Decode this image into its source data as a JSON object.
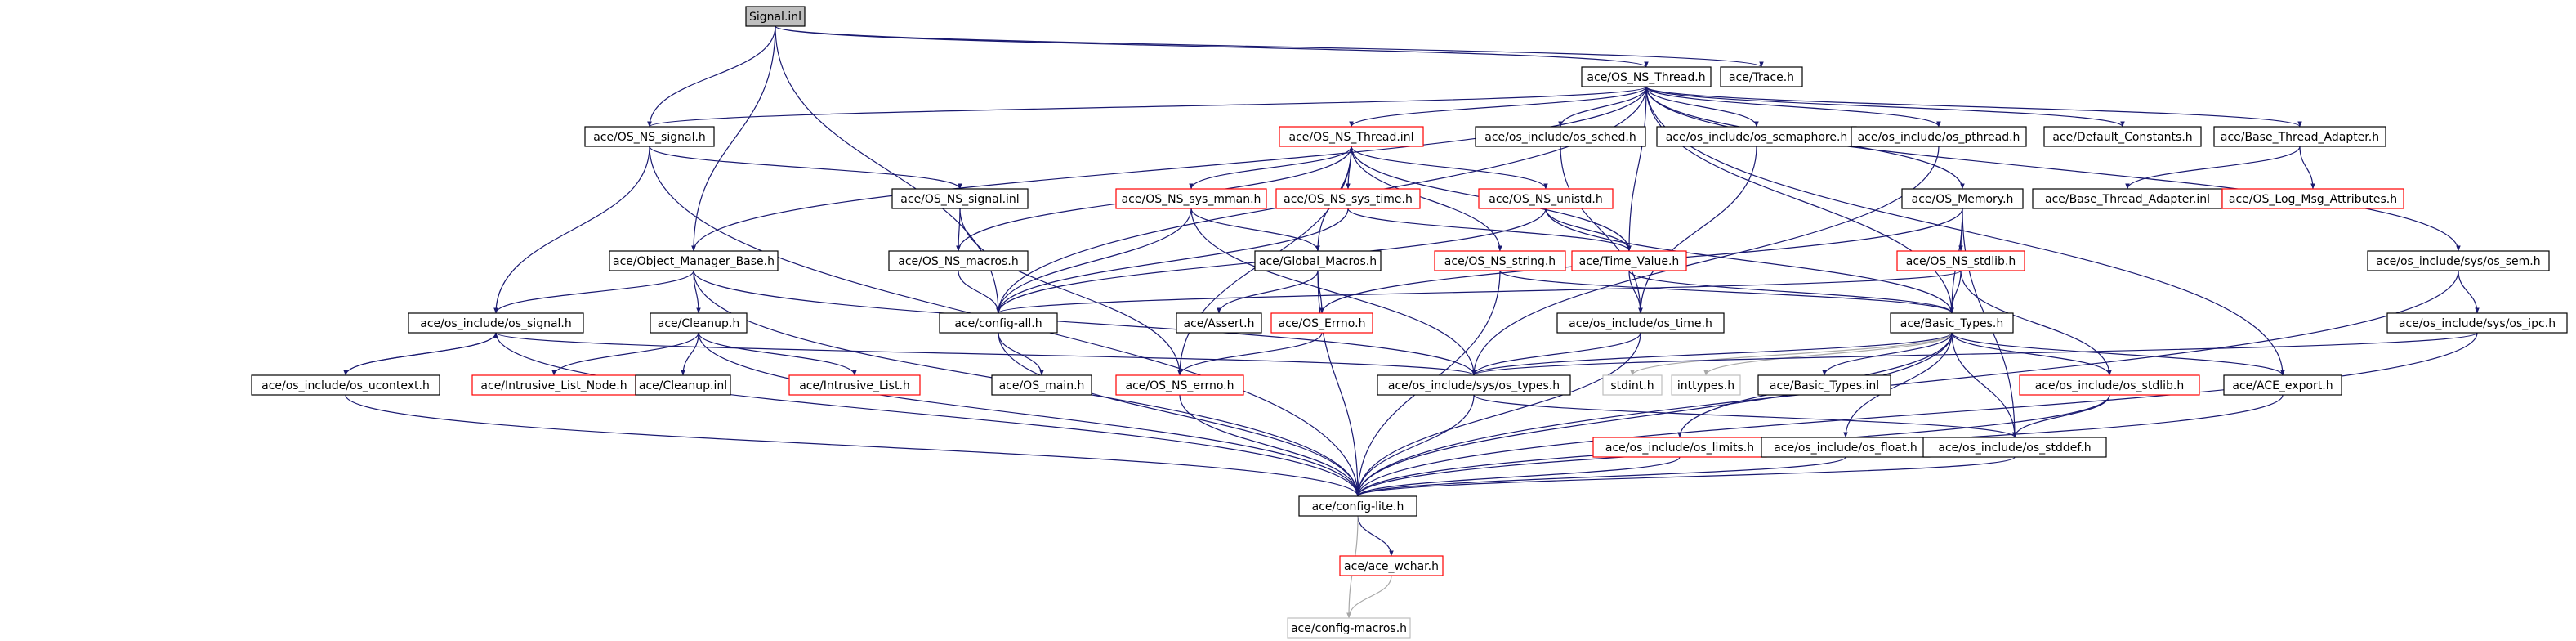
{
  "colors": {
    "edge": "#191970",
    "edge_external": "#a8a8a8",
    "border_documented": "#000000",
    "border_undocumented": "#ff0000",
    "border_external": "#bfbfbf",
    "root_fill": "#bfbfbf",
    "node_fill": "#ffffff"
  },
  "graph": {
    "nodes": [
      {
        "id": "signal_inl",
        "label": "Signal.inl",
        "kind": "root"
      },
      {
        "id": "os_ns_thread_h",
        "label": "ace/OS_NS_Thread.h",
        "kind": "documented"
      },
      {
        "id": "trace_h",
        "label": "ace/Trace.h",
        "kind": "documented"
      },
      {
        "id": "os_ns_signal_h",
        "label": "ace/OS_NS_signal.h",
        "kind": "documented"
      },
      {
        "id": "os_ns_thread_inl",
        "label": "ace/OS_NS_Thread.inl",
        "kind": "undocumented"
      },
      {
        "id": "os_sched_h",
        "label": "ace/os_include/os_sched.h",
        "kind": "documented"
      },
      {
        "id": "os_semaphore_h",
        "label": "ace/os_include/os_semaphore.h",
        "kind": "documented"
      },
      {
        "id": "os_pthread_h",
        "label": "ace/os_include/os_pthread.h",
        "kind": "documented"
      },
      {
        "id": "default_constants_h",
        "label": "ace/Default_Constants.h",
        "kind": "documented"
      },
      {
        "id": "base_thread_adapter_h",
        "label": "ace/Base_Thread_Adapter.h",
        "kind": "documented"
      },
      {
        "id": "os_ns_signal_inl",
        "label": "ace/OS_NS_signal.inl",
        "kind": "documented"
      },
      {
        "id": "os_ns_sys_mman_h",
        "label": "ace/OS_NS_sys_mman.h",
        "kind": "undocumented"
      },
      {
        "id": "os_ns_sys_time_h",
        "label": "ace/OS_NS_sys_time.h",
        "kind": "undocumented"
      },
      {
        "id": "os_ns_unistd_h",
        "label": "ace/OS_NS_unistd.h",
        "kind": "undocumented"
      },
      {
        "id": "os_memory_h",
        "label": "ace/OS_Memory.h",
        "kind": "documented"
      },
      {
        "id": "base_thread_adapter_inl",
        "label": "ace/Base_Thread_Adapter.inl",
        "kind": "documented"
      },
      {
        "id": "os_log_msg_attributes_h",
        "label": "ace/OS_Log_Msg_Attributes.h",
        "kind": "undocumented"
      },
      {
        "id": "object_manager_base_h",
        "label": "ace/Object_Manager_Base.h",
        "kind": "documented"
      },
      {
        "id": "os_ns_macros_h",
        "label": "ace/OS_NS_macros.h",
        "kind": "documented"
      },
      {
        "id": "global_macros_h",
        "label": "ace/Global_Macros.h",
        "kind": "documented"
      },
      {
        "id": "os_ns_string_h",
        "label": "ace/OS_NS_string.h",
        "kind": "undocumented"
      },
      {
        "id": "time_value_h",
        "label": "ace/Time_Value.h",
        "kind": "undocumented"
      },
      {
        "id": "os_ns_stdlib_h",
        "label": "ace/OS_NS_stdlib.h",
        "kind": "undocumented"
      },
      {
        "id": "os_sem_h",
        "label": "ace/os_include/sys/os_sem.h",
        "kind": "documented"
      },
      {
        "id": "os_signal_h",
        "label": "ace/os_include/os_signal.h",
        "kind": "documented"
      },
      {
        "id": "cleanup_h",
        "label": "ace/Cleanup.h",
        "kind": "documented"
      },
      {
        "id": "config_all_h",
        "label": "ace/config-all.h",
        "kind": "documented"
      },
      {
        "id": "assert_h",
        "label": "ace/Assert.h",
        "kind": "documented"
      },
      {
        "id": "os_errno_h",
        "label": "ace/OS_Errno.h",
        "kind": "undocumented"
      },
      {
        "id": "os_time_h",
        "label": "ace/os_include/os_time.h",
        "kind": "documented"
      },
      {
        "id": "basic_types_h",
        "label": "ace/Basic_Types.h",
        "kind": "documented"
      },
      {
        "id": "os_ipc_h",
        "label": "ace/os_include/sys/os_ipc.h",
        "kind": "documented"
      },
      {
        "id": "os_ucontext_h",
        "label": "ace/os_include/os_ucontext.h",
        "kind": "documented"
      },
      {
        "id": "intrusive_list_node_h",
        "label": "ace/Intrusive_List_Node.h",
        "kind": "undocumented"
      },
      {
        "id": "cleanup_inl",
        "label": "ace/Cleanup.inl",
        "kind": "documented"
      },
      {
        "id": "intrusive_list_h",
        "label": "ace/Intrusive_List.h",
        "kind": "undocumented"
      },
      {
        "id": "os_main_h",
        "label": "ace/OS_main.h",
        "kind": "documented"
      },
      {
        "id": "os_ns_errno_h",
        "label": "ace/OS_NS_errno.h",
        "kind": "undocumented"
      },
      {
        "id": "os_types_h",
        "label": "ace/os_include/sys/os_types.h",
        "kind": "documented"
      },
      {
        "id": "stdint_h",
        "label": "stdint.h",
        "kind": "external"
      },
      {
        "id": "inttypes_h",
        "label": "inttypes.h",
        "kind": "external"
      },
      {
        "id": "basic_types_inl",
        "label": "ace/Basic_Types.inl",
        "kind": "documented"
      },
      {
        "id": "os_stdlib_h",
        "label": "ace/os_include/os_stdlib.h",
        "kind": "undocumented"
      },
      {
        "id": "ace_export_h",
        "label": "ace/ACE_export.h",
        "kind": "documented"
      },
      {
        "id": "os_limits_h",
        "label": "ace/os_include/os_limits.h",
        "kind": "undocumented"
      },
      {
        "id": "os_float_h",
        "label": "ace/os_include/os_float.h",
        "kind": "documented"
      },
      {
        "id": "os_stddef_h",
        "label": "ace/os_include/os_stddef.h",
        "kind": "documented"
      },
      {
        "id": "config_lite_h",
        "label": "ace/config-lite.h",
        "kind": "documented"
      },
      {
        "id": "ace_wchar_h",
        "label": "ace/ace_wchar.h",
        "kind": "undocumented"
      },
      {
        "id": "config_macros_h",
        "label": "ace/config-macros.h",
        "kind": "external"
      }
    ],
    "edges": [
      [
        "signal_inl",
        "os_ns_thread_h"
      ],
      [
        "signal_inl",
        "trace_h"
      ],
      [
        "signal_inl",
        "os_ns_signal_h"
      ],
      [
        "signal_inl",
        "object_manager_base_h"
      ],
      [
        "signal_inl",
        "config_all_h"
      ],
      [
        "os_ns_thread_h",
        "os_ns_signal_h"
      ],
      [
        "os_ns_thread_h",
        "os_ns_thread_inl"
      ],
      [
        "os_ns_thread_h",
        "os_sched_h"
      ],
      [
        "os_ns_thread_h",
        "os_semaphore_h"
      ],
      [
        "os_ns_thread_h",
        "os_pthread_h"
      ],
      [
        "os_ns_thread_h",
        "default_constants_h"
      ],
      [
        "os_ns_thread_h",
        "base_thread_adapter_h"
      ],
      [
        "os_ns_thread_h",
        "os_memory_h"
      ],
      [
        "os_ns_thread_h",
        "os_sem_h"
      ],
      [
        "os_ns_thread_h",
        "object_manager_base_h"
      ],
      [
        "os_ns_thread_h",
        "config_all_h"
      ],
      [
        "os_ns_thread_h",
        "time_value_h"
      ],
      [
        "os_ns_thread_h",
        "basic_types_h"
      ],
      [
        "os_ns_thread_h",
        "ace_export_h"
      ],
      [
        "os_ns_signal_h",
        "os_ns_signal_inl"
      ],
      [
        "os_ns_signal_h",
        "os_signal_h"
      ],
      [
        "os_ns_signal_h",
        "config_lite_h"
      ],
      [
        "os_ns_thread_inl",
        "os_ns_sys_mman_h"
      ],
      [
        "os_ns_thread_inl",
        "os_ns_sys_time_h"
      ],
      [
        "os_ns_thread_inl",
        "os_ns_unistd_h"
      ],
      [
        "os_ns_thread_inl",
        "os_ns_macros_h"
      ],
      [
        "os_ns_thread_inl",
        "global_macros_h"
      ],
      [
        "os_ns_thread_inl",
        "os_ns_string_h"
      ],
      [
        "os_ns_thread_inl",
        "time_value_h"
      ],
      [
        "os_ns_thread_inl",
        "os_ns_errno_h"
      ],
      [
        "os_sched_h",
        "os_time_h"
      ],
      [
        "os_semaphore_h",
        "os_time_h"
      ],
      [
        "os_pthread_h",
        "os_types_h"
      ],
      [
        "base_thread_adapter_h",
        "base_thread_adapter_inl"
      ],
      [
        "base_thread_adapter_h",
        "os_log_msg_attributes_h"
      ],
      [
        "os_ns_signal_inl",
        "os_ns_macros_h"
      ],
      [
        "os_ns_signal_inl",
        "os_ns_errno_h"
      ],
      [
        "os_ns_sys_mman_h",
        "global_macros_h"
      ],
      [
        "os_ns_sys_mman_h",
        "config_all_h"
      ],
      [
        "os_ns_sys_mman_h",
        "os_types_h"
      ],
      [
        "os_ns_sys_time_h",
        "time_value_h"
      ],
      [
        "os_ns_sys_time_h",
        "config_all_h"
      ],
      [
        "os_ns_unistd_h",
        "time_value_h"
      ],
      [
        "os_ns_unistd_h",
        "basic_types_h"
      ],
      [
        "os_ns_unistd_h",
        "config_all_h"
      ],
      [
        "os_memory_h",
        "os_ns_stdlib_h"
      ],
      [
        "os_memory_h",
        "basic_types_h"
      ],
      [
        "os_memory_h",
        "os_errno_h"
      ],
      [
        "os_memory_h",
        "os_stddef_h"
      ],
      [
        "object_manager_base_h",
        "os_signal_h"
      ],
      [
        "object_manager_base_h",
        "cleanup_h"
      ],
      [
        "object_manager_base_h",
        "config_lite_h"
      ],
      [
        "object_manager_base_h",
        "os_types_h"
      ],
      [
        "os_ns_macros_h",
        "config_all_h"
      ],
      [
        "global_macros_h",
        "assert_h"
      ],
      [
        "global_macros_h",
        "os_errno_h"
      ],
      [
        "global_macros_h",
        "config_lite_h"
      ],
      [
        "os_ns_string_h",
        "basic_types_h"
      ],
      [
        "os_ns_string_h",
        "config_lite_h"
      ],
      [
        "time_value_h",
        "os_time_h"
      ],
      [
        "time_value_h",
        "basic_types_h"
      ],
      [
        "os_ns_stdlib_h",
        "basic_types_h"
      ],
      [
        "os_ns_stdlib_h",
        "os_stdlib_h"
      ],
      [
        "os_ns_stdlib_h",
        "config_all_h"
      ],
      [
        "os_sem_h",
        "os_ipc_h"
      ],
      [
        "os_sem_h",
        "config_lite_h"
      ],
      [
        "os_signal_h",
        "os_ucontext_h"
      ],
      [
        "os_signal_h",
        "os_types_h"
      ],
      [
        "os_signal_h",
        "config_lite_h"
      ],
      [
        "cleanup_h",
        "intrusive_list_node_h"
      ],
      [
        "cleanup_h",
        "cleanup_inl"
      ],
      [
        "cleanup_h",
        "intrusive_list_h"
      ],
      [
        "cleanup_h",
        "config_lite_h"
      ],
      [
        "config_all_h",
        "os_main_h"
      ],
      [
        "config_all_h",
        "config_lite_h"
      ],
      [
        "os_errno_h",
        "os_ns_errno_h"
      ],
      [
        "os_time_h",
        "os_types_h"
      ],
      [
        "os_time_h",
        "config_lite_h"
      ],
      [
        "basic_types_h",
        "os_types_h"
      ],
      [
        "basic_types_h",
        "stdint_h"
      ],
      [
        "basic_types_h",
        "inttypes_h"
      ],
      [
        "basic_types_h",
        "basic_types_inl"
      ],
      [
        "basic_types_h",
        "os_stdlib_h"
      ],
      [
        "basic_types_h",
        "ace_export_h"
      ],
      [
        "basic_types_h",
        "os_limits_h"
      ],
      [
        "basic_types_h",
        "os_float_h"
      ],
      [
        "basic_types_h",
        "os_stddef_h"
      ],
      [
        "basic_types_h",
        "config_lite_h"
      ],
      [
        "os_ipc_h",
        "os_types_h"
      ],
      [
        "os_ipc_h",
        "config_lite_h"
      ],
      [
        "os_ucontext_h",
        "os_signal_h"
      ],
      [
        "os_ucontext_h",
        "config_lite_h"
      ],
      [
        "os_ns_errno_h",
        "config_lite_h"
      ],
      [
        "os_types_h",
        "os_stddef_h"
      ],
      [
        "os_types_h",
        "config_lite_h"
      ],
      [
        "os_stdlib_h",
        "os_stddef_h"
      ],
      [
        "os_stdlib_h",
        "config_lite_h"
      ],
      [
        "ace_export_h",
        "config_lite_h"
      ],
      [
        "os_limits_h",
        "config_lite_h"
      ],
      [
        "os_float_h",
        "config_lite_h"
      ],
      [
        "os_stddef_h",
        "config_lite_h"
      ],
      [
        "config_lite_h",
        "ace_wchar_h"
      ],
      [
        "config_lite_h",
        "config_macros_h"
      ],
      [
        "ace_wchar_h",
        "config_macros_h"
      ]
    ]
  }
}
